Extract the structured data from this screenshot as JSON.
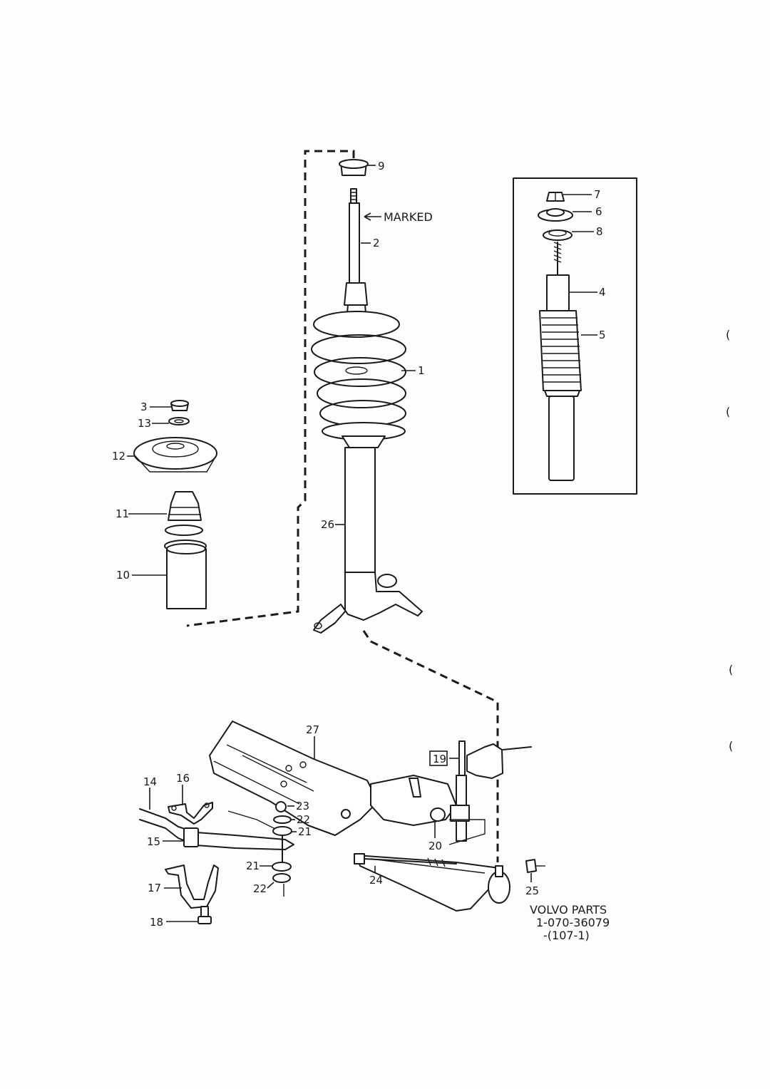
{
  "labels": {
    "p1": "1",
    "p2": "2",
    "p3": "3",
    "p4": "4",
    "p5": "5",
    "p6": "6",
    "p7": "7",
    "p8": "8",
    "p9": "9",
    "p10": "10",
    "p11": "11",
    "p12": "12",
    "p13": "13",
    "p14": "14",
    "p15": "15",
    "p16": "16",
    "p17": "17",
    "p18": "18",
    "p19": "19",
    "p20": "20",
    "p21a": "21",
    "p21b": "21",
    "p22a": "22",
    "p22b": "22",
    "p23": "23",
    "p24": "24",
    "p25": "25",
    "p26": "26",
    "p27": "27"
  },
  "annotation": {
    "marked": "MARKED"
  },
  "footer": {
    "brand": "VOLVO PARTS",
    "number": "1-070-36079",
    "ref": "-(107-1)"
  },
  "margin_marks": [
    "(",
    "(",
    "(",
    "("
  ]
}
